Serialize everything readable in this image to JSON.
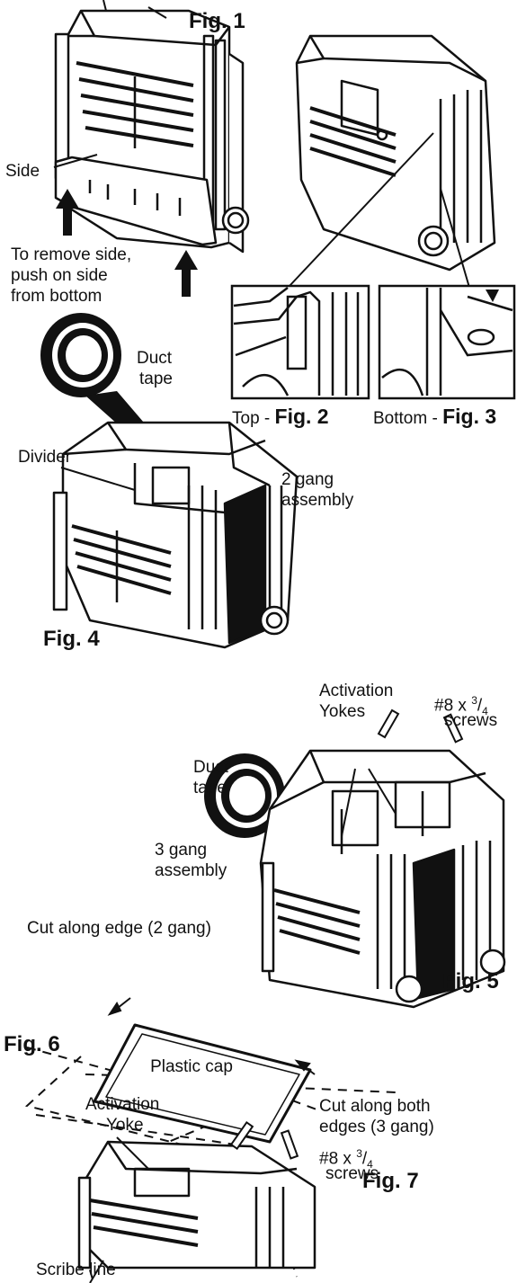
{
  "figures": {
    "fig1": "Fig. 1",
    "fig2_prefix": "Top - ",
    "fig2": "Fig. 2",
    "fig3_prefix": "Bottom - ",
    "fig3": "Fig. 3",
    "fig4": "Fig. 4",
    "fig5": "Fig. 5",
    "fig6": "Fig. 6",
    "fig7": "Fig. 7"
  },
  "labels": {
    "side": "Side",
    "remove_line1": "To remove side,",
    "remove_line2": "push on side",
    "remove_line3": "from bottom",
    "duct_tape_1a": "Duct",
    "duct_tape_1b": "tape",
    "divider": "Divider",
    "two_gang_a": "2 gang",
    "two_gang_b": "assembly",
    "activation_a": "Activation",
    "activation_b": "Yokes",
    "screws5_a": "#8 x ",
    "screws5_num": "3",
    "screws5_den": "4",
    "screws5_b": "screws",
    "duct_tape_2a": "Duct",
    "duct_tape_2b": "tape",
    "three_gang_a": "3 gang",
    "three_gang_b": "assembly",
    "cut_2gang": "Cut along edge (2 gang)",
    "plastic_cap": "Plastic cap",
    "activation_yoke_a": "Activation",
    "activation_yoke_b": "Yoke",
    "cut_both_a": "Cut along both",
    "cut_both_b": "edges (3 gang)",
    "screws7_a": "#8 x ",
    "screws7_num": "3",
    "screws7_den": "4",
    "screws7_b": "screws",
    "scribe": "Scribe line"
  }
}
